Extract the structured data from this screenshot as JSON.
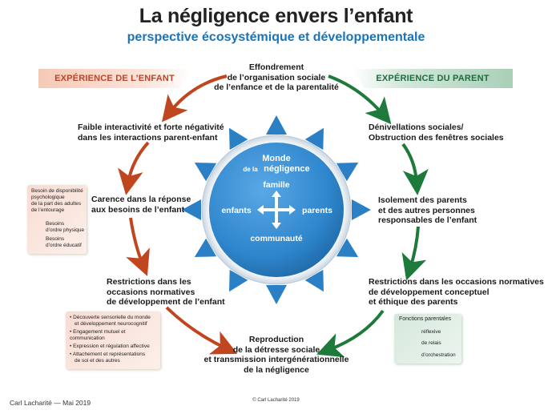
{
  "title": "La négligence envers l’enfant",
  "subtitle": "perspective écosystémique et développementale",
  "banner_child": "EXPÉRIENCE DE L’ENFANT",
  "banner_parent": "EXPÉRIENCE DU PARENT",
  "top_node": [
    "Effondrement",
    "de l’organisation sociale",
    "de l’enfance et de la parentalité"
  ],
  "left_nodes": {
    "interactivity": [
      "Faible interactivité et forte négativité",
      "dans les interactions parent-enfant"
    ],
    "care_gap": [
      "Carence dans la réponse",
      "aux besoins de l’enfant"
    ],
    "restrictions_child": [
      "Restrictions dans les",
      "occasions normatives",
      "de développement de l’enfant"
    ]
  },
  "right_nodes": {
    "social_levels": [
      "Dénivellations sociales/",
      "Obstruction des fenêtres sociales"
    ],
    "isolation": [
      "Isolement des parents",
      "et des autres personnes",
      "responsables de l’enfant"
    ],
    "restrictions_parent": [
      "Restrictions dans les occasions normatives",
      "de développement conceptuel",
      "et éthique des parents"
    ]
  },
  "bottom_node": [
    "Reproduction",
    "de la détresse sociale",
    "et transmission intergénérationnelle",
    "de la négligence"
  ],
  "needs_box": {
    "header": [
      "Besoin de disponibilité",
      "psychologique",
      "de la part des adultes",
      "de l’entourage"
    ],
    "items": [
      [
        "Besoins",
        "d’ordre physique"
      ],
      [
        "Besoins",
        "d’ordre éducatif"
      ]
    ]
  },
  "dev_box": {
    "items": [
      [
        "Découverte sensorielle du monde",
        "et développement neurocognitif"
      ],
      [
        "Engagement mutuel et communication"
      ],
      [
        "Expression et régulation affective"
      ],
      [
        "Attachement et représentations",
        "de soi et des autres"
      ]
    ]
  },
  "parental_box": {
    "header": "Fonctions parentales",
    "items": [
      "réflexive",
      "de relais",
      "d’orchestration"
    ]
  },
  "globe": {
    "title_line1": "Monde",
    "title_line2_small": "de la",
    "title_line2_big": "négligence",
    "top": "famille",
    "left": "enfants",
    "right": "parents",
    "bottom": "communauté"
  },
  "footer_left": "Carl Lacharité — Mai 2019",
  "footer_center": "© Carl Lacharité 2019",
  "colors": {
    "child_red": "#c0461f",
    "parent_green": "#1e7a3a",
    "globe_blue": "#2f86cc",
    "triangle_blue": "#2b7fc4",
    "subtitle_blue": "#1b73b8"
  }
}
